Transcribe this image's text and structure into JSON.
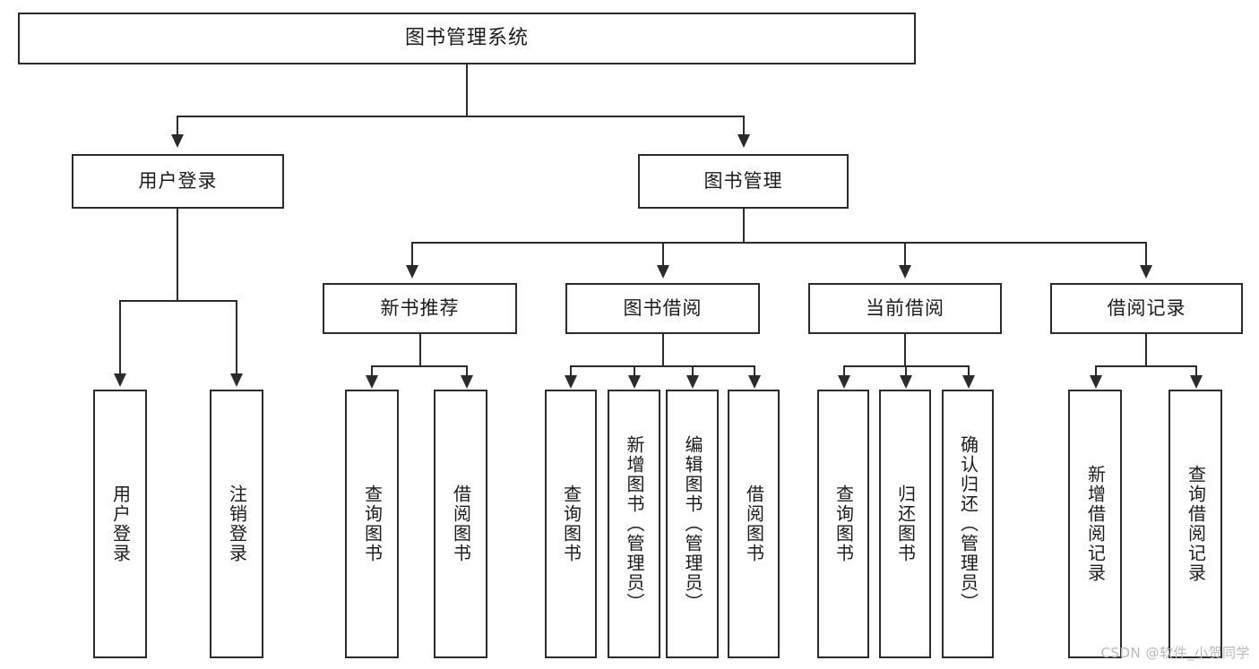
{
  "diagram": {
    "type": "tree-hierarchy-chart",
    "title": "图书管理系统",
    "root": {
      "label": "图书管理系统"
    },
    "level2": [
      {
        "label": "用户登录"
      },
      {
        "label": "图书管理"
      }
    ],
    "level3": [
      {
        "label": "新书推荐"
      },
      {
        "label": "图书借阅"
      },
      {
        "label": "当前借阅"
      },
      {
        "label": "借阅记录"
      }
    ],
    "leaves": {
      "user_login": [
        {
          "label": "用户登录"
        },
        {
          "label": "注销登录"
        }
      ],
      "new_book_recommend": [
        {
          "label": "查询图书"
        },
        {
          "label": "借阅图书"
        }
      ],
      "book_borrow": [
        {
          "label": "查询图书"
        },
        {
          "label": "新增图书（管理员）"
        },
        {
          "label": "编辑图书（管理员）"
        },
        {
          "label": "借阅图书"
        }
      ],
      "current_borrow": [
        {
          "label": "查询图书"
        },
        {
          "label": "归还图书"
        },
        {
          "label": "确认归还（管理员）"
        }
      ],
      "borrow_record": [
        {
          "label": "新增借阅记录"
        },
        {
          "label": "查询借阅记录"
        }
      ]
    }
  },
  "watermark": {
    "text": "CSDN @软件_小贺同学"
  },
  "colors": {
    "stroke": "#2b2b2b",
    "fill": "#ffffff",
    "text": "#1b1b1b",
    "watermark": "#b9b9b9"
  }
}
